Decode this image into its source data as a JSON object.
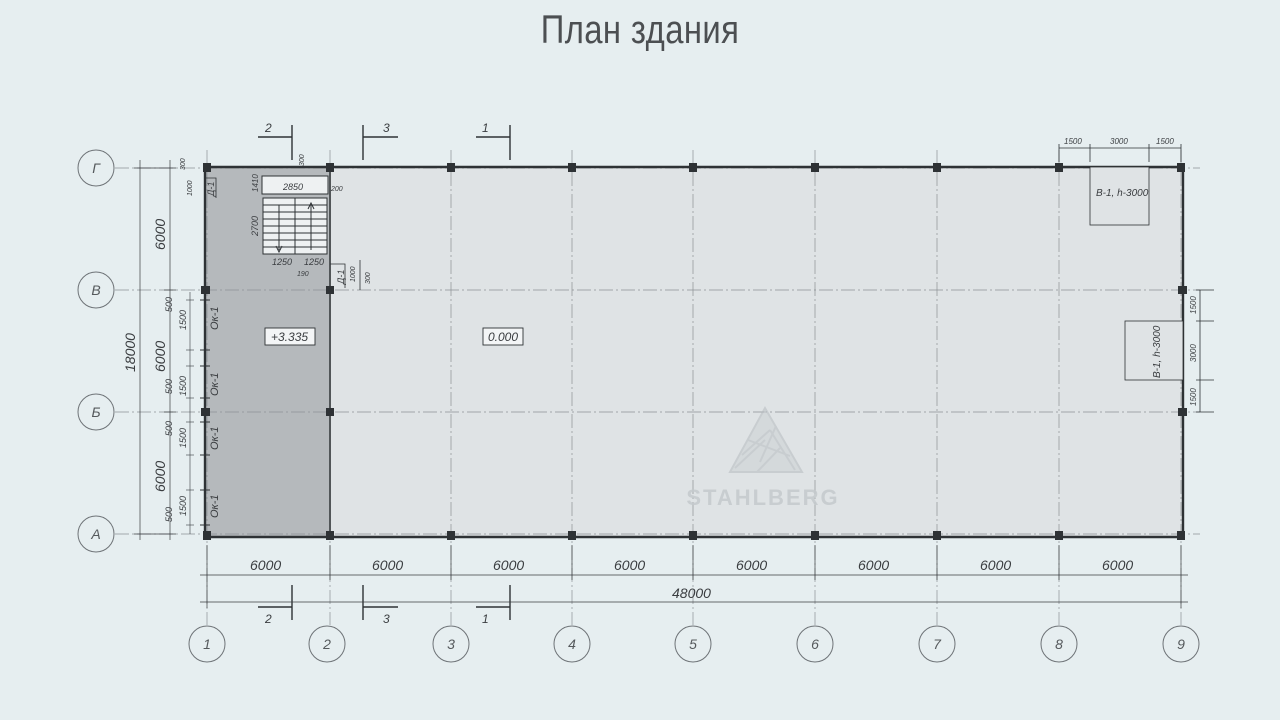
{
  "title": "План здания",
  "watermark": "STAHLBERG",
  "colors": {
    "background": "#e6eef0",
    "hall": "#dfe3e5",
    "mezzanine": "#b4b8bb",
    "line": "#2e3235"
  },
  "axes_numbers": [
    "1",
    "2",
    "3",
    "4",
    "5",
    "6",
    "7",
    "8",
    "9"
  ],
  "axes_letters": [
    "Г",
    "В",
    "Б",
    "А"
  ],
  "dims_bottom": [
    "6000",
    "6000",
    "6000",
    "6000",
    "6000",
    "6000",
    "6000",
    "6000"
  ],
  "dim_total": "48000",
  "dims_left": [
    "6000",
    "6000",
    "6000"
  ],
  "dim_left_total": "18000",
  "levels": {
    "mezz": "+3.335",
    "floor": "0.000"
  },
  "sections": {
    "s1": "1",
    "s2": "2",
    "s3": "3"
  },
  "stair": {
    "w": "2850",
    "h": "2700",
    "l1": "1250",
    "l2": "1250",
    "top": "1410",
    "small1": "300",
    "small2": "200",
    "small3": "190"
  },
  "door_d1_a": "Д-1",
  "door_d1_b": "Д-1",
  "door_d1_a_dims": [
    "300",
    "1000"
  ],
  "door_d1_b_dims": [
    "1000",
    "300"
  ],
  "window_label": "Ок-1",
  "window_dims": [
    "500",
    "1500"
  ],
  "gate_top": "В-1, h-3000",
  "gate_top_dims": [
    "1500",
    "3000",
    "1500"
  ],
  "gate_right": "В-1, h-3000",
  "gate_right_dims": [
    "1500",
    "3000",
    "1500"
  ]
}
